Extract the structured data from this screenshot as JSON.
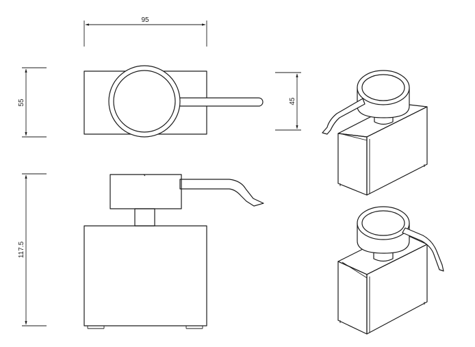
{
  "dimensions": {
    "width": "95",
    "depth": "55",
    "body_depth": "45",
    "height": "117.5"
  },
  "views": {
    "top_view": "top",
    "front_view": "front",
    "iso_right": "isometric",
    "iso_left": "isometric"
  },
  "colors": {
    "line": "#1a1a1a",
    "background": "#ffffff"
  }
}
